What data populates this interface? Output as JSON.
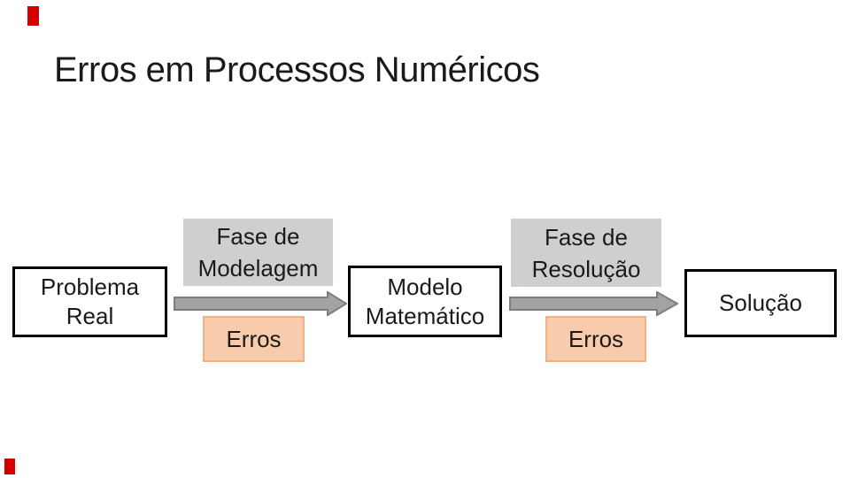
{
  "slide": {
    "title": "Erros em Processos Numéricos",
    "accent_color": "#d40000",
    "diagram": {
      "nodes": [
        {
          "id": "problema-real",
          "label_lines": [
            "Problema",
            "Real"
          ]
        },
        {
          "id": "modelo-matematico",
          "label_lines": [
            "Modelo",
            "Matemático"
          ]
        },
        {
          "id": "solucao",
          "label_lines": [
            "Solução"
          ]
        }
      ],
      "phases": [
        {
          "id": "fase-modelagem",
          "label_lines": [
            "Fase de",
            "Modelagem"
          ]
        },
        {
          "id": "fase-resolucao",
          "label_lines": [
            "Fase de",
            "Resolução"
          ]
        }
      ],
      "errors": [
        {
          "label": "Erros"
        },
        {
          "label": "Erros"
        }
      ],
      "colors": {
        "phase_fill": "#d0cece",
        "error_fill": "#f8cbad",
        "error_border": "#f0b184",
        "arrow_fill": "#a3a3a3",
        "arrow_stroke": "#7d7d7d",
        "node_border": "#000000",
        "text": "#1a1a1a"
      }
    }
  }
}
